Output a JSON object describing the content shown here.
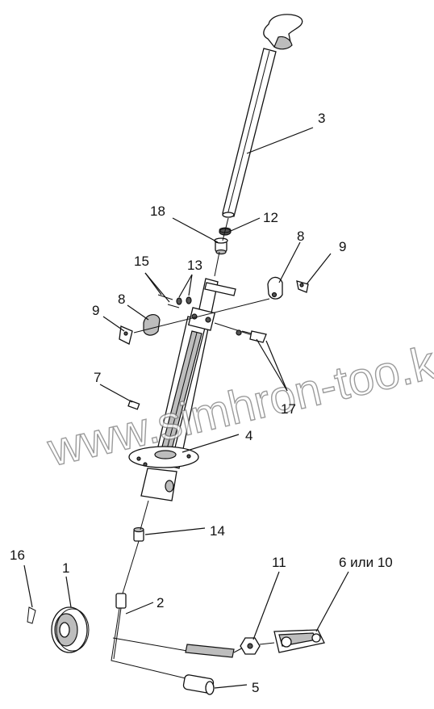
{
  "watermark": "www.simhron-too.kz",
  "callouts": [
    {
      "id": "3",
      "text": "3"
    },
    {
      "id": "18",
      "text": "18"
    },
    {
      "id": "12",
      "text": "12"
    },
    {
      "id": "8a",
      "text": "8"
    },
    {
      "id": "9a",
      "text": "9"
    },
    {
      "id": "15",
      "text": "15"
    },
    {
      "id": "13",
      "text": "13"
    },
    {
      "id": "9b",
      "text": "9"
    },
    {
      "id": "8b",
      "text": "8"
    },
    {
      "id": "7",
      "text": "7"
    },
    {
      "id": "17",
      "text": "17"
    },
    {
      "id": "4",
      "text": "4"
    },
    {
      "id": "14",
      "text": "14"
    },
    {
      "id": "16",
      "text": "16"
    },
    {
      "id": "1",
      "text": "1"
    },
    {
      "id": "11",
      "text": "11"
    },
    {
      "id": "6or10",
      "text": "6 или 10"
    },
    {
      "id": "2",
      "text": "2"
    },
    {
      "id": "5",
      "text": "5"
    }
  ]
}
